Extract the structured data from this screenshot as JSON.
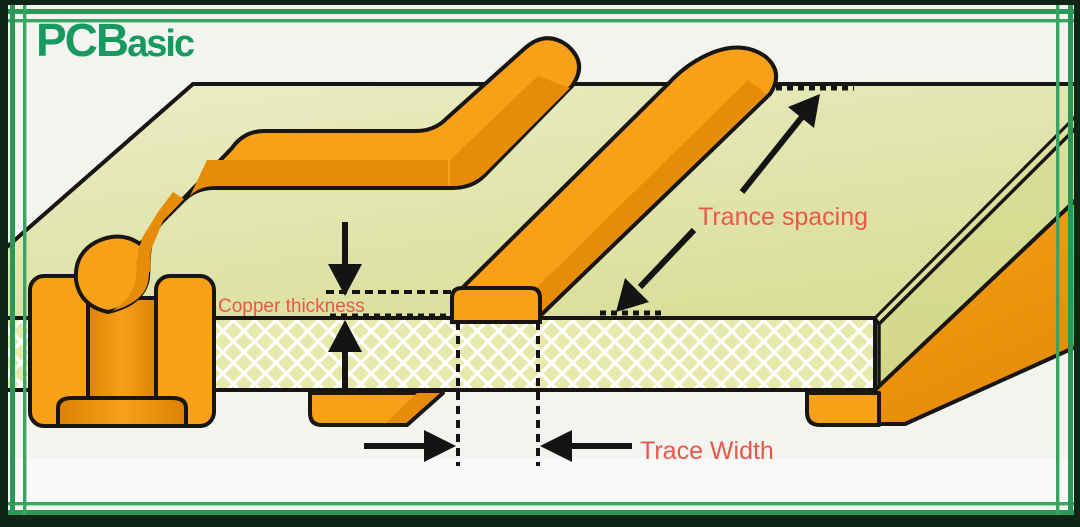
{
  "logo": {
    "brand_bold": "PCB",
    "brand_rest": "asic"
  },
  "annotations": {
    "copper_thickness": {
      "label": "Copper thickness"
    },
    "trace_spacing": {
      "label": "Trance spacing"
    },
    "trace_width": {
      "label": "Trace Width"
    }
  },
  "colors": {
    "background": "#f3f4f0",
    "frame_dark": "#0f2517",
    "frame_green": "#2c9756",
    "frame_green_light": "#3aa465",
    "logo_green": "#189a5f",
    "label_red": "#e9574a",
    "outline": "#181614",
    "copper": "#f7a018",
    "copper_dark": "#e68c06",
    "copper_deep": "#dd8103",
    "board_light": "#eaecc6",
    "board": "#dadf9a",
    "board_side": "#d2d787",
    "substrate": "#e6e9ab",
    "lattice_white": "#ffffff",
    "arrow_black": "#141414"
  }
}
